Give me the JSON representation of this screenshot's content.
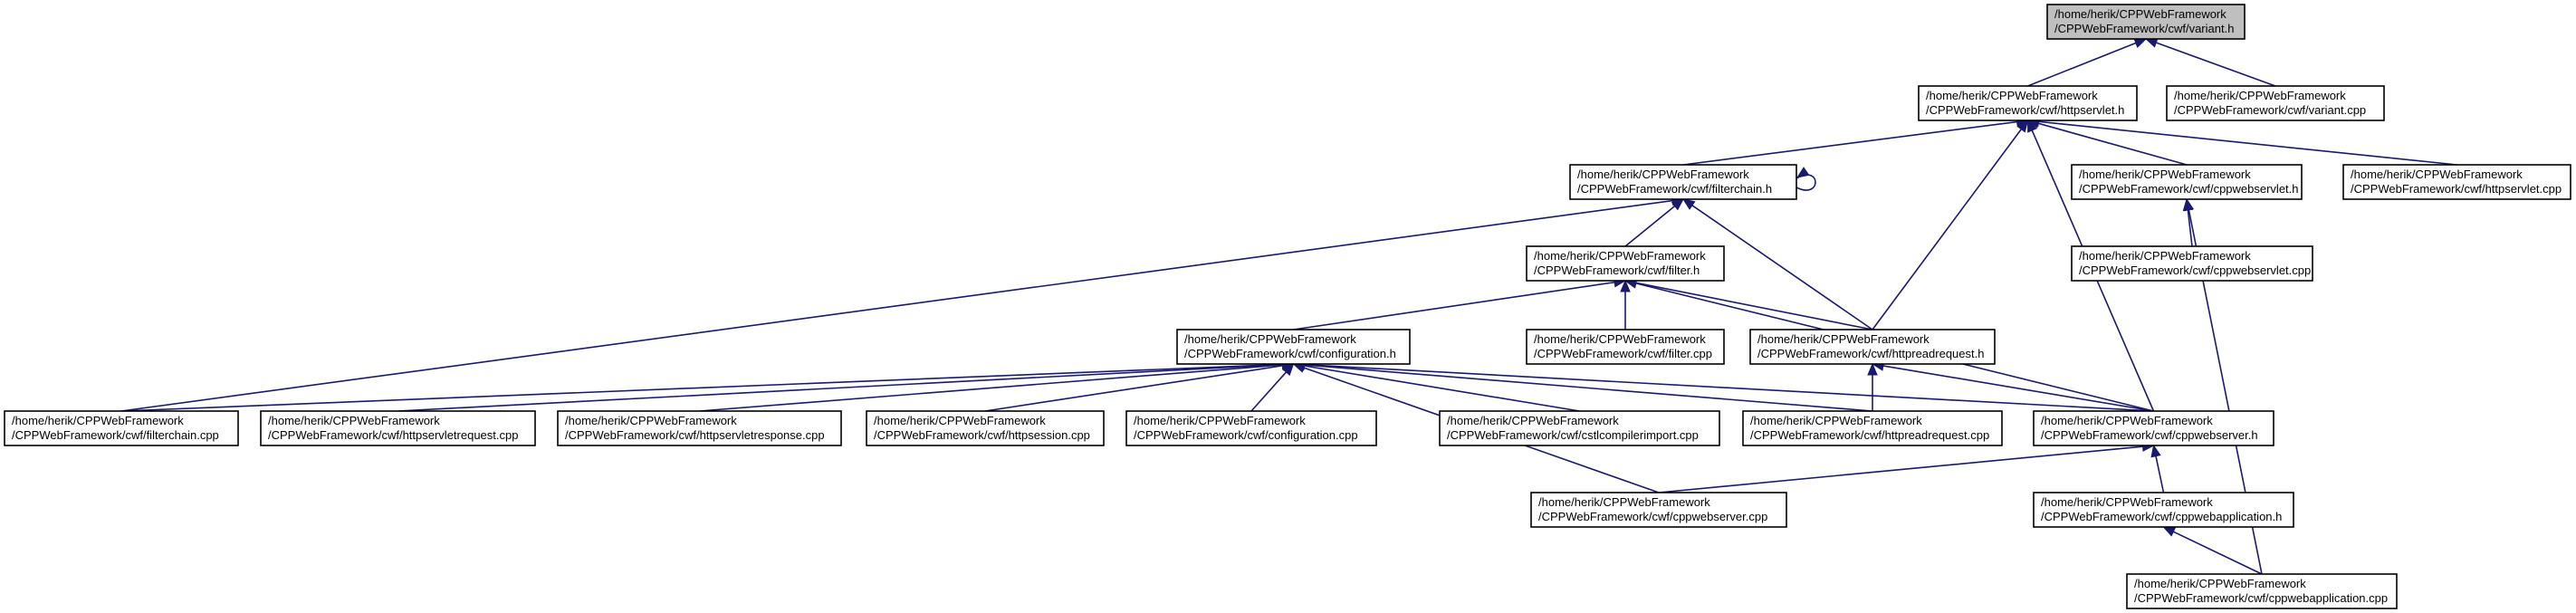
{
  "graph": {
    "type": "include-dependency-graph",
    "nodes": [
      {
        "id": "variant_h",
        "lines": [
          "/home/herik/CPPWebFramework",
          "/CPPWebFramework/cwf/variant.h"
        ],
        "highlighted": true
      },
      {
        "id": "httpservlet_h",
        "lines": [
          "/home/herik/CPPWebFramework",
          "/CPPWebFramework/cwf/httpservlet.h"
        ]
      },
      {
        "id": "variant_cpp",
        "lines": [
          "/home/herik/CPPWebFramework",
          "/CPPWebFramework/cwf/variant.cpp"
        ]
      },
      {
        "id": "filterchain_h",
        "lines": [
          "/home/herik/CPPWebFramework",
          "/CPPWebFramework/cwf/filterchain.h"
        ]
      },
      {
        "id": "cppwebservlet_h",
        "lines": [
          "/home/herik/CPPWebFramework",
          "/CPPWebFramework/cwf/cppwebservlet.h"
        ]
      },
      {
        "id": "httpservlet_cpp",
        "lines": [
          "/home/herik/CPPWebFramework",
          "/CPPWebFramework/cwf/httpservlet.cpp"
        ]
      },
      {
        "id": "filter_h",
        "lines": [
          "/home/herik/CPPWebFramework",
          "/CPPWebFramework/cwf/filter.h"
        ]
      },
      {
        "id": "cppwebservlet_cpp",
        "lines": [
          "/home/herik/CPPWebFramework",
          "/CPPWebFramework/cwf/cppwebservlet.cpp"
        ]
      },
      {
        "id": "configuration_h",
        "lines": [
          "/home/herik/CPPWebFramework",
          "/CPPWebFramework/cwf/configuration.h"
        ]
      },
      {
        "id": "filter_cpp",
        "lines": [
          "/home/herik/CPPWebFramework",
          "/CPPWebFramework/cwf/filter.cpp"
        ]
      },
      {
        "id": "httpreadrequest_h",
        "lines": [
          "/home/herik/CPPWebFramework",
          "/CPPWebFramework/cwf/httpreadrequest.h"
        ]
      },
      {
        "id": "filterchain_cpp",
        "lines": [
          "/home/herik/CPPWebFramework",
          "/CPPWebFramework/cwf/filterchain.cpp"
        ]
      },
      {
        "id": "httpservletrequest_cpp",
        "lines": [
          "/home/herik/CPPWebFramework",
          "/CPPWebFramework/cwf/httpservletrequest.cpp"
        ]
      },
      {
        "id": "httpservletresponse_cpp",
        "lines": [
          "/home/herik/CPPWebFramework",
          "/CPPWebFramework/cwf/httpservletresponse.cpp"
        ]
      },
      {
        "id": "httpsession_cpp",
        "lines": [
          "/home/herik/CPPWebFramework",
          "/CPPWebFramework/cwf/httpsession.cpp"
        ]
      },
      {
        "id": "configuration_cpp",
        "lines": [
          "/home/herik/CPPWebFramework",
          "/CPPWebFramework/cwf/configuration.cpp"
        ]
      },
      {
        "id": "cstlcompilerimport_cpp",
        "lines": [
          "/home/herik/CPPWebFramework",
          "/CPPWebFramework/cwf/cstlcompilerimport.cpp"
        ]
      },
      {
        "id": "httpreadrequest_cpp",
        "lines": [
          "/home/herik/CPPWebFramework",
          "/CPPWebFramework/cwf/httpreadrequest.cpp"
        ]
      },
      {
        "id": "cppwebserver_h",
        "lines": [
          "/home/herik/CPPWebFramework",
          "/CPPWebFramework/cwf/cppwebserver.h"
        ]
      },
      {
        "id": "cppwebserver_cpp",
        "lines": [
          "/home/herik/CPPWebFramework",
          "/CPPWebFramework/cwf/cppwebserver.cpp"
        ]
      },
      {
        "id": "cppwebapplication_h",
        "lines": [
          "/home/herik/CPPWebFramework",
          "/CPPWebFramework/cwf/cppwebapplication.h"
        ]
      },
      {
        "id": "cppwebapplication_cpp",
        "lines": [
          "/home/herik/CPPWebFramework",
          "/CPPWebFramework/cwf/cppwebapplication.cpp"
        ]
      }
    ],
    "edges": [
      {
        "from": "httpservlet_h",
        "to": "variant_h"
      },
      {
        "from": "variant_cpp",
        "to": "variant_h"
      },
      {
        "from": "filterchain_h",
        "to": "httpservlet_h"
      },
      {
        "from": "cppwebservlet_h",
        "to": "httpservlet_h"
      },
      {
        "from": "httpservlet_cpp",
        "to": "httpservlet_h"
      },
      {
        "from": "httpreadrequest_h",
        "to": "httpservlet_h"
      },
      {
        "from": "cppwebserver_h",
        "to": "httpservlet_h"
      },
      {
        "from": "filterchain_h",
        "to": "filterchain_h"
      },
      {
        "from": "filter_h",
        "to": "filterchain_h"
      },
      {
        "from": "filterchain_cpp",
        "to": "filterchain_h"
      },
      {
        "from": "httpreadrequest_h",
        "to": "filterchain_h"
      },
      {
        "from": "cppwebservlet_cpp",
        "to": "cppwebservlet_h"
      },
      {
        "from": "cppwebapplication_cpp",
        "to": "cppwebservlet_h"
      },
      {
        "from": "configuration_h",
        "to": "filter_h"
      },
      {
        "from": "filter_cpp",
        "to": "filter_h"
      },
      {
        "from": "httpreadrequest_h",
        "to": "filter_h"
      },
      {
        "from": "cppwebserver_h",
        "to": "filter_h"
      },
      {
        "from": "filterchain_cpp",
        "to": "configuration_h"
      },
      {
        "from": "httpservletrequest_cpp",
        "to": "configuration_h"
      },
      {
        "from": "httpservletresponse_cpp",
        "to": "configuration_h"
      },
      {
        "from": "httpsession_cpp",
        "to": "configuration_h"
      },
      {
        "from": "configuration_cpp",
        "to": "configuration_h"
      },
      {
        "from": "cstlcompilerimport_cpp",
        "to": "configuration_h"
      },
      {
        "from": "httpreadrequest_cpp",
        "to": "configuration_h"
      },
      {
        "from": "cppwebserver_h",
        "to": "configuration_h"
      },
      {
        "from": "cppwebserver_cpp",
        "to": "configuration_h"
      },
      {
        "from": "httpreadrequest_cpp",
        "to": "httpreadrequest_h"
      },
      {
        "from": "cppwebserver_h",
        "to": "httpreadrequest_h"
      },
      {
        "from": "cppwebserver_cpp",
        "to": "cppwebserver_h"
      },
      {
        "from": "cppwebapplication_h",
        "to": "cppwebserver_h"
      },
      {
        "from": "cppwebapplication_cpp",
        "to": "cppwebapplication_h"
      }
    ]
  }
}
